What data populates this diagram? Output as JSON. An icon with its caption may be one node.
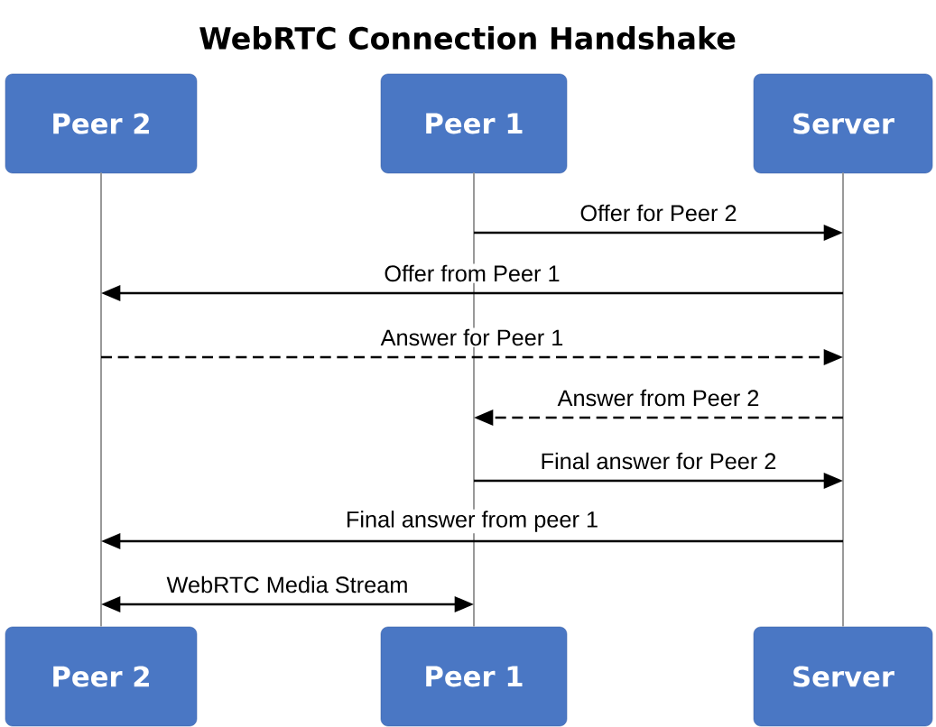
{
  "diagram": {
    "title": "WebRTC Connection Handshake",
    "nodes": [
      {
        "text": [
          "Peer 2"
        ]
      },
      {
        "text": [
          "Peer 1"
        ]
      },
      {
        "text": [
          "Server"
        ]
      },
      {
        "text": [
          "Peer 2"
        ]
      },
      {
        "text": [
          "Peer 1"
        ]
      },
      {
        "text": [
          "Server"
        ]
      },
      {
        "text": [],
        "shape": "line"
      },
      {
        "text": [],
        "shape": "line"
      },
      {
        "text": [],
        "shape": "line"
      }
    ],
    "edges": [
      {
        "from": 7,
        "to": 8,
        "arrow": "to",
        "label": "Offer for Peer 2"
      },
      {
        "from": 8,
        "to": 6,
        "arrow": "to",
        "label": "Offer from Peer 1"
      },
      {
        "from": 6,
        "to": 8,
        "arrow": "to",
        "label": "Answer for Peer 1",
        "style": "dashed"
      },
      {
        "from": 8,
        "to": 7,
        "arrow": "to",
        "label": "Answer from Peer 2",
        "style": "dashed"
      },
      {
        "from": 7,
        "to": 8,
        "arrow": "to",
        "label": "Final answer for Peer 2"
      },
      {
        "from": 8,
        "to": 6,
        "arrow": "to",
        "label": "Final answer from peer 1"
      },
      {
        "from": 6,
        "to": 7,
        "arrow": "both",
        "label": "WebRTC Media Stream"
      }
    ]
  }
}
